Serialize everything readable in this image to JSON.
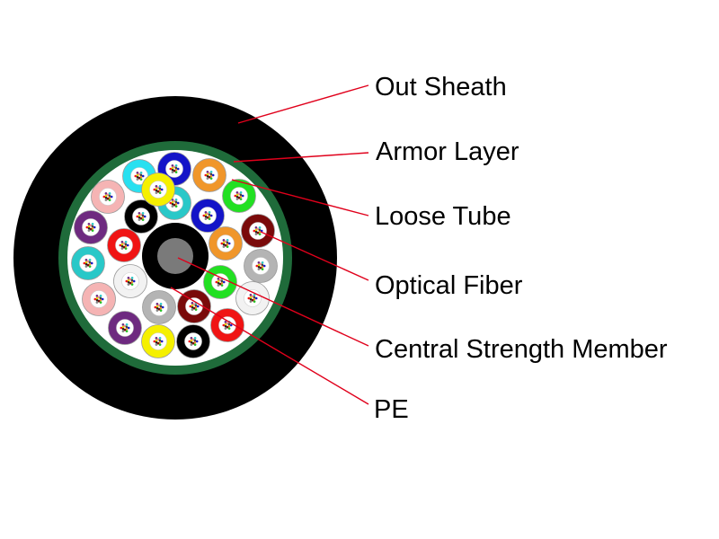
{
  "labels": {
    "out_sheath": "Out Sheath",
    "armor_layer": "Armor Layer",
    "loose_tube": "Loose Tube",
    "optical_fiber": "Optical Fiber",
    "central_strength_member": "Central Strength Member",
    "pe": "PE"
  },
  "colors": {
    "sheath": "#000000",
    "armor": "#1f6b3a",
    "filler": "#ffffff",
    "pe": "#000000",
    "strength_member": "#7a7a7a",
    "leader_line": "#e0001b"
  },
  "tube_colors": [
    "blue",
    "orange",
    "green",
    "brown",
    "gray",
    "white",
    "red",
    "black",
    "yellow",
    "violet",
    "pink",
    "aqua",
    "violet",
    "pink",
    "cyan",
    "aqua",
    "blue",
    "orange",
    "green",
    "brown",
    "gray",
    "white",
    "red",
    "black",
    "yellow"
  ]
}
